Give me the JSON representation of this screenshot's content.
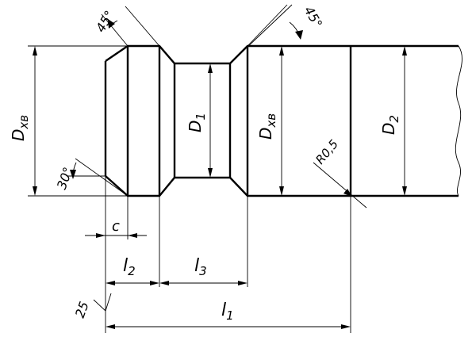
{
  "labels": {
    "dxv_left": "D",
    "dxv_left_sub": "хв",
    "d1": "D",
    "d1_sub": "1",
    "dxv_mid": "D",
    "dxv_mid_sub": "хв",
    "d2": "D",
    "d2_sub": "2",
    "angle_top_left": "45°",
    "angle_top_right": "45°",
    "angle_chamfer": "30°",
    "radius": "R0,5",
    "c": "c",
    "l2": "l",
    "l2_sub": "2",
    "l3": "l",
    "l3_sub": "3",
    "l1": "l",
    "l1_sub": "1",
    "roughness": "25"
  }
}
